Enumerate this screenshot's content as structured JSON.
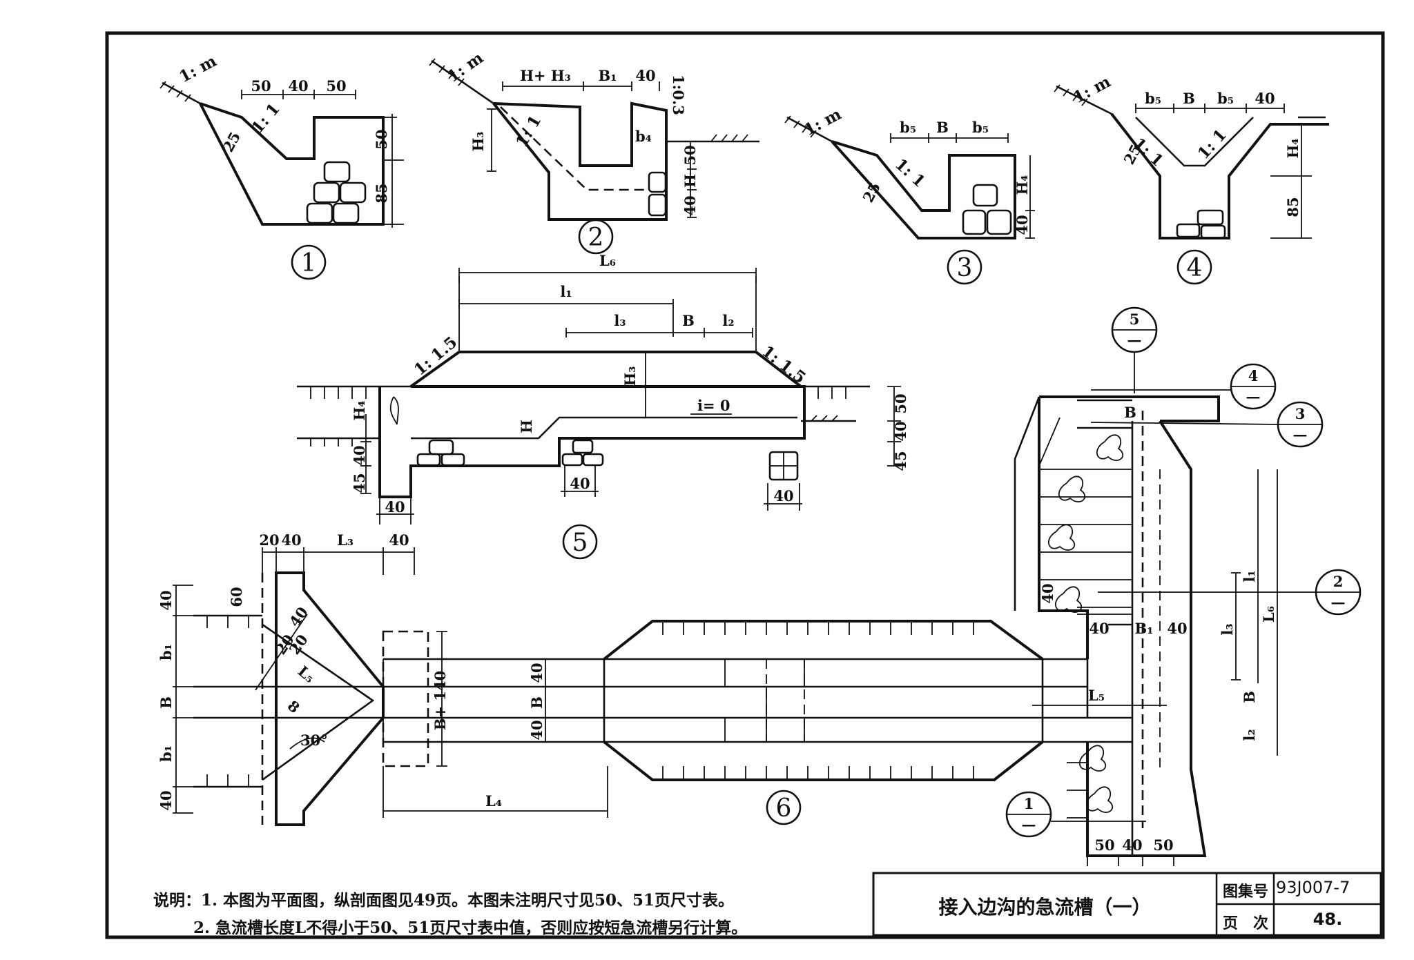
{
  "title_block": {
    "title": "接入边沟的急流槽（一）",
    "atlas_label": "图集号",
    "atlas_no": "93J007-7",
    "page_label": "页　次",
    "page_no": "48."
  },
  "notes": {
    "line1": "说明：1. 本图为平面图，纵剖面图见49页。本图未注明尺寸见50、51页尺寸表。",
    "line2": "2. 急流槽长度L不得小于50、51页尺寸表中值，否则应按短急流槽另行计算。"
  },
  "section_numbers": [
    "1",
    "2",
    "3",
    "4",
    "5",
    "6"
  ],
  "cut_markers": {
    "m5": "5",
    "m4": "4",
    "m3": "3",
    "m2": "2",
    "m1": "1",
    "dash": "—"
  },
  "details": {
    "d1": {
      "slope": "1: m",
      "inner_slope": "1: 1",
      "w1": "50",
      "w2": "40",
      "w3": "50",
      "t": "25",
      "h1": "50",
      "h2": "85"
    },
    "d2": {
      "slope": "1: m",
      "inner_slope": "1: 1",
      "top1": "H+ H₃",
      "top2": "B₁",
      "top3": "40",
      "side_slope": "1:0.3",
      "h3": "H₃",
      "b4": "b₄",
      "h50": "50",
      "hH": "H",
      "h40": "40"
    },
    "d3": {
      "slope": "1: m",
      "inner_slope": "1: 1",
      "b5a": "b₅",
      "B": "B",
      "b5b": "b₅",
      "t": "25",
      "h4": "H₄",
      "h40": "40"
    },
    "d4": {
      "slope": "1: m",
      "inner_slope": "1: 1",
      "inner_slope2": "1: 1",
      "b5a": "b₅",
      "B": "B",
      "b5b": "b₅",
      "w40": "40",
      "t": "25",
      "h4": "H₄",
      "h85": "85"
    },
    "d5": {
      "L6": "L₆",
      "l1": "l₁",
      "l3": "l₃",
      "B": "B",
      "l2": "l₂",
      "slope_l": "1: 1.5",
      "slope_r": "1: 1.5",
      "H3": "H₃",
      "H4": "H₄",
      "H": "H",
      "i": "i= 0",
      "r50": "50",
      "r40": "40",
      "r45": "45",
      "l40": "40",
      "l45": "45",
      "w1": "40",
      "w2": "40",
      "w3": "40"
    },
    "d6": {
      "t20": "20",
      "t40": "40",
      "L3": "L₃",
      "t40b": "40",
      "s40a": "40",
      "s60": "60",
      "b1a": "b₁",
      "B": "B",
      "b1b": "b₁",
      "s40b": "40",
      "d40": "40",
      "d20": "20",
      "d20b": "20",
      "L5": "L₅",
      "d8": "8",
      "angle": "30°",
      "Bp140": "B+ 140",
      "c40a": "40",
      "cB": "B",
      "c40b": "40",
      "L4": "L₄",
      "r40a": "40",
      "rB1": "B₁",
      "r40b": "40",
      "rL5": "L₅",
      "rl1": "l₁",
      "rl3": "l₃",
      "rL6": "L₆",
      "rB": "B",
      "rl2": "l₂",
      "b50": "50",
      "b40": "40",
      "b50b": "50",
      "v40": "40",
      "Bm": "B"
    }
  }
}
